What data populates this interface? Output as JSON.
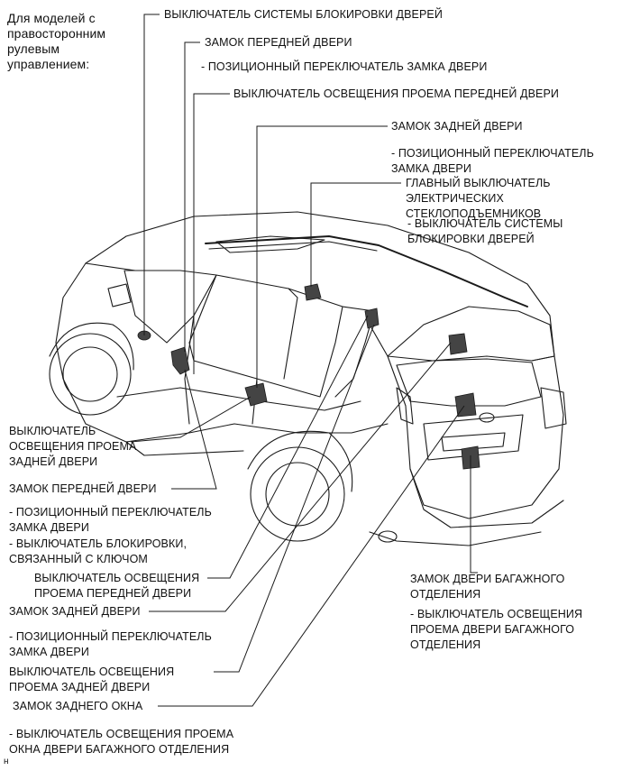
{
  "intro_note": "Для моделей с\nправосторонним\nрулевым\nуправлением:",
  "labels": {
    "door_lock_system_switch_top": "ВЫКЛЮЧАТЕЛЬ СИСТЕМЫ БЛОКИРОВКИ ДВЕРЕЙ",
    "front_door_lock_top": "ЗАМОК ПЕРЕДНЕЙ ДВЕРИ",
    "door_lock_position_switch_top": "- ПОЗИЦИОННЫЙ ПЕРЕКЛЮЧАТЕЛЬ ЗАМКА ДВЕРИ",
    "front_door_courtesy_switch_top": "ВЫКЛЮЧАТЕЛЬ ОСВЕЩЕНИЯ ПРОЕМА ПЕРЕДНЕЙ ДВЕРИ",
    "rear_door_lock_top": "ЗАМОК ЗАДНЕЙ ДВЕРИ",
    "rear_door_lock_position_switch_top": "- ПОЗИЦИОННЫЙ ПЕРЕКЛЮЧАТЕЛЬ\nЗАМКА ДВЕРИ",
    "power_window_master_switch": "ГЛАВНЫЙ ВЫКЛЮЧАТЕЛЬ\nЭЛЕКТРИЧЕСКИХ\nСТЕКЛОПОДЪЕМНИКОВ",
    "power_window_master_sub": "- ВЫКЛЮЧАТЕЛЬ СИСТЕМЫ\nБЛОКИРОВКИ ДВЕРЕЙ",
    "rear_door_courtesy_switch_left": "ВЫКЛЮЧАТЕЛЬ\nОСВЕЩЕНИЯ ПРОЕМА\nЗАДНЕЙ ДВЕРИ",
    "front_door_lock_left": "ЗАМОК ПЕРЕДНЕЙ ДВЕРИ",
    "front_door_lock_position_switch_left": "- ПОЗИЦИОННЫЙ ПЕРЕКЛЮЧАТЕЛЬ\nЗАМКА ДВЕРИ",
    "key_cylinder_switch_left": "- ВЫКЛЮЧАТЕЛЬ БЛОКИРОВКИ,\nСВЯЗАННЫЙ С КЛЮЧОМ",
    "front_door_courtesy_switch_left": "ВЫКЛЮЧАТЕЛЬ ОСВЕЩЕНИЯ\nПРОЕМА ПЕРЕДНЕЙ ДВЕРИ",
    "rear_door_lock_left": "ЗАМОК ЗАДНЕЙ ДВЕРИ",
    "rear_door_lock_position_switch_left": "- ПОЗИЦИОННЫЙ ПЕРЕКЛЮЧАТЕЛЬ\nЗАМКА ДВЕРИ",
    "rear_door_courtesy_switch_left2": "ВЫКЛЮЧАТЕЛЬ ОСВЕЩЕНИЯ\nПРОЕМА ЗАДНЕЙ ДВЕРИ",
    "back_window_lock": "ЗАМОК ЗАДНЕГО ОКНА",
    "back_window_courtesy_switch": "- ВЫКЛЮЧАТЕЛЬ ОСВЕЩЕНИЯ ПРОЕМА\nОКНА ДВЕРИ БАГАЖНОГО ОТДЕЛЕНИЯ",
    "back_door_lock": "ЗАМОК ДВЕРИ БАГАЖНОГО\nОТДЕЛЕНИЯ",
    "back_door_courtesy_switch": "- ВЫКЛЮЧАТЕЛЬ ОСВЕЩЕНИЯ\nПРОЕМА ДВЕРИ БАГАЖНОГО\nОТДЕЛЕНИЯ"
  },
  "figure_code": "н",
  "colors": {
    "line": "#1a1a1a",
    "background": "#ffffff"
  }
}
